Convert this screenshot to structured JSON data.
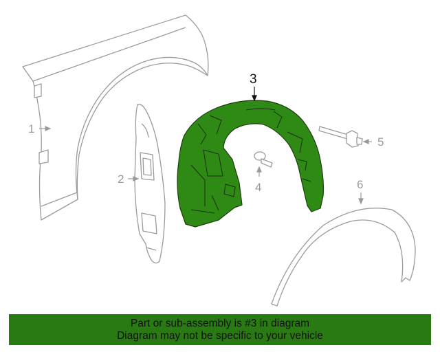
{
  "diagram": {
    "callouts": [
      "1",
      "2",
      "3",
      "4",
      "5",
      "6"
    ],
    "highlighted_part": "3"
  },
  "colors": {
    "highlight_fill": "#2e8a14",
    "line": "#9a9a9a",
    "banner": "#2a7a14"
  },
  "banner": {
    "line1": "Part or sub-assembly is #3 in diagram",
    "line2": "Diagram may not be specific to your vehicle"
  }
}
